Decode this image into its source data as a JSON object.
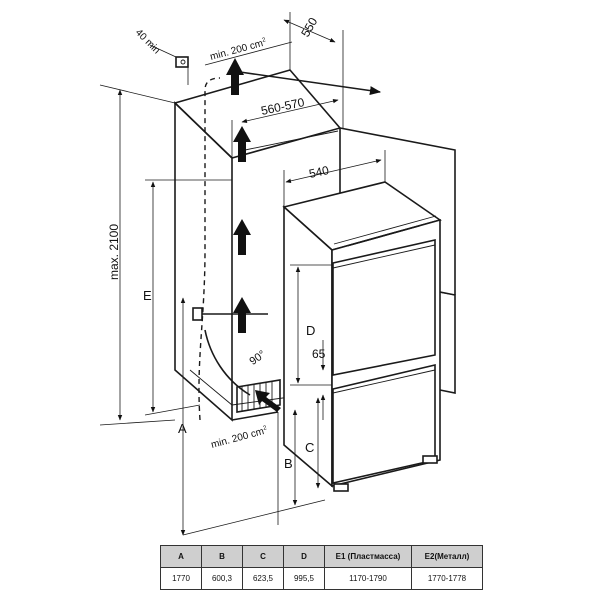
{
  "labels": {
    "gap_top": "40 min",
    "vent_top": "min. 200 cm",
    "vent_top_sup": "2",
    "depth": "550",
    "niche_width": "560-570",
    "appliance_width": "540",
    "max_height": "max. 2100",
    "dim_e": "E",
    "dim_d": "D",
    "dim_65": "65",
    "angle": "90°",
    "vent_bottom": "min. 200 cm",
    "vent_bottom_sup": "2",
    "dim_a": "A",
    "dim_b": "B",
    "dim_c": "C"
  },
  "table": {
    "headers": [
      "A",
      "B",
      "C",
      "D",
      "E1 (Пластмасса)",
      "E2(Металл)"
    ],
    "values": [
      "1770",
      "600,3",
      "623,5",
      "995,5",
      "1170-1790",
      "1770-1778"
    ]
  }
}
